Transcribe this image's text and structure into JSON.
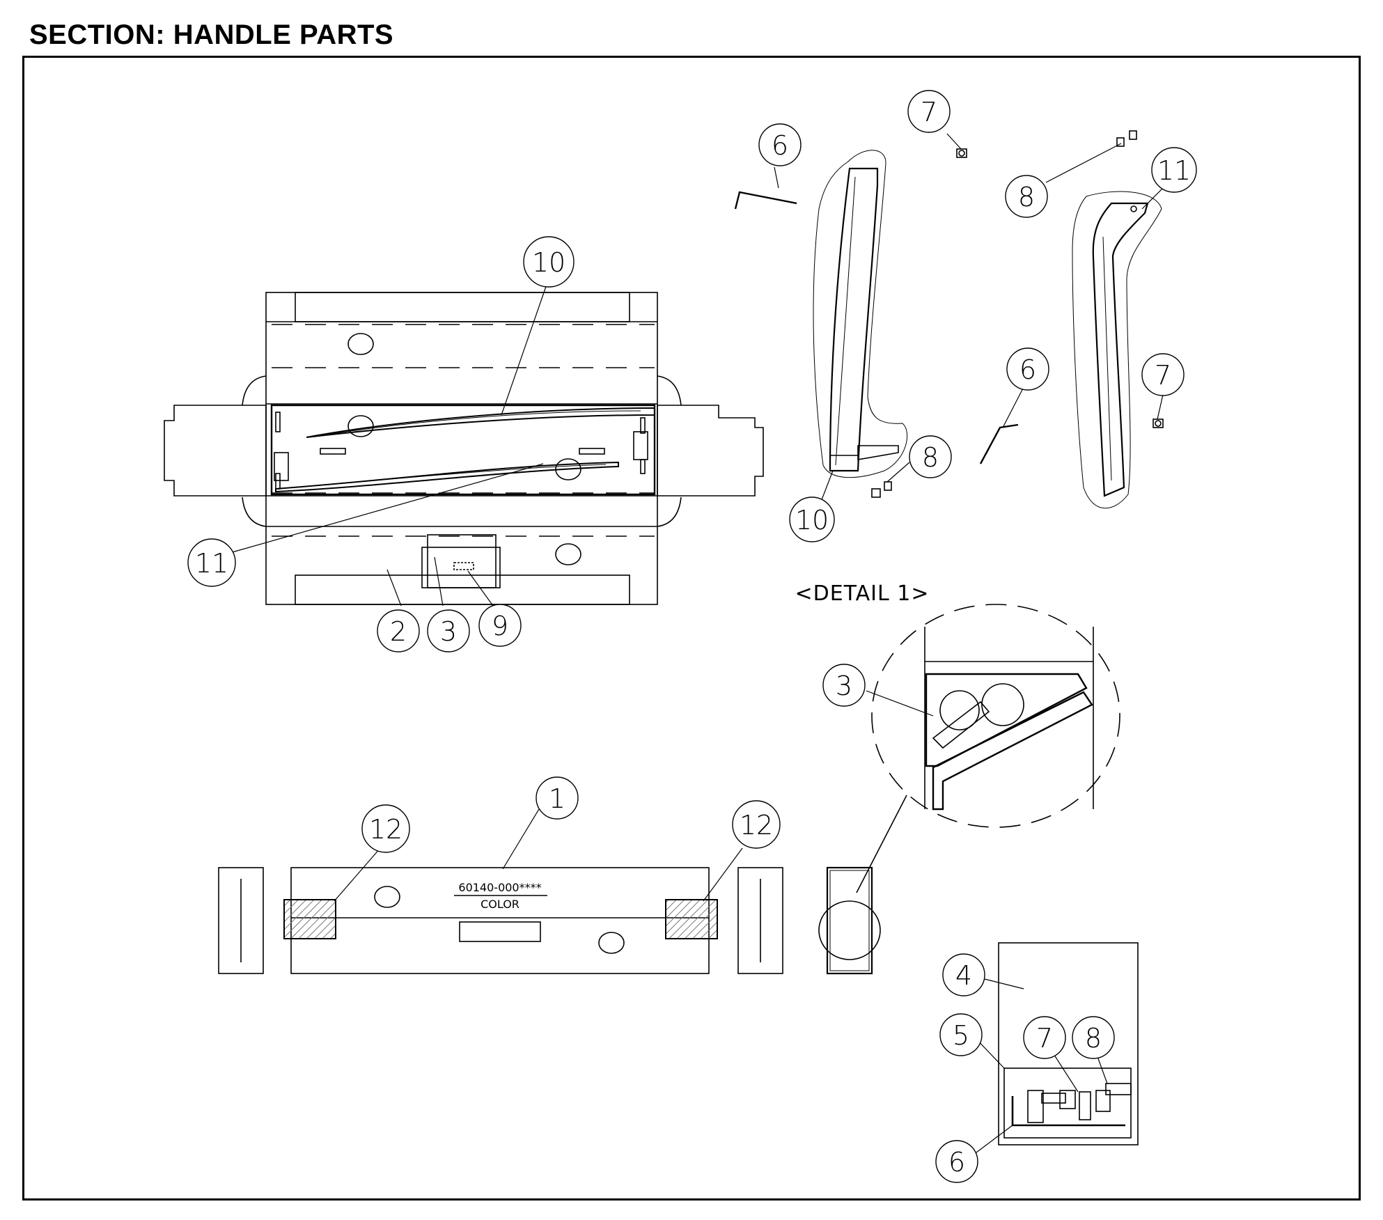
{
  "title": "SECTION: HANDLE PARTS",
  "detail_label": "<DETAIL 1>",
  "part_label": {
    "code": "60140-000****",
    "color": "COLOR"
  },
  "callouts": [
    {
      "id": "c1",
      "label": "1"
    },
    {
      "id": "c2",
      "label": "2"
    },
    {
      "id": "c3a",
      "label": "3"
    },
    {
      "id": "c3b",
      "label": "3"
    },
    {
      "id": "c4",
      "label": "4"
    },
    {
      "id": "c5",
      "label": "5"
    },
    {
      "id": "c6a",
      "label": "6"
    },
    {
      "id": "c6b",
      "label": "6"
    },
    {
      "id": "c6c",
      "label": "6"
    },
    {
      "id": "c7a",
      "label": "7"
    },
    {
      "id": "c7b",
      "label": "7"
    },
    {
      "id": "c7c",
      "label": "7"
    },
    {
      "id": "c8a",
      "label": "8"
    },
    {
      "id": "c8b",
      "label": "8"
    },
    {
      "id": "c8c",
      "label": "8"
    },
    {
      "id": "c9",
      "label": "9"
    },
    {
      "id": "c10a",
      "label": "10"
    },
    {
      "id": "c10b",
      "label": "10"
    },
    {
      "id": "c11a",
      "label": "11"
    },
    {
      "id": "c11b",
      "label": "11"
    },
    {
      "id": "c12a",
      "label": "12"
    },
    {
      "id": "c12b",
      "label": "12"
    }
  ],
  "colors": {
    "line": "#000000",
    "hatch": "#888888",
    "fill": "#ffffff"
  }
}
